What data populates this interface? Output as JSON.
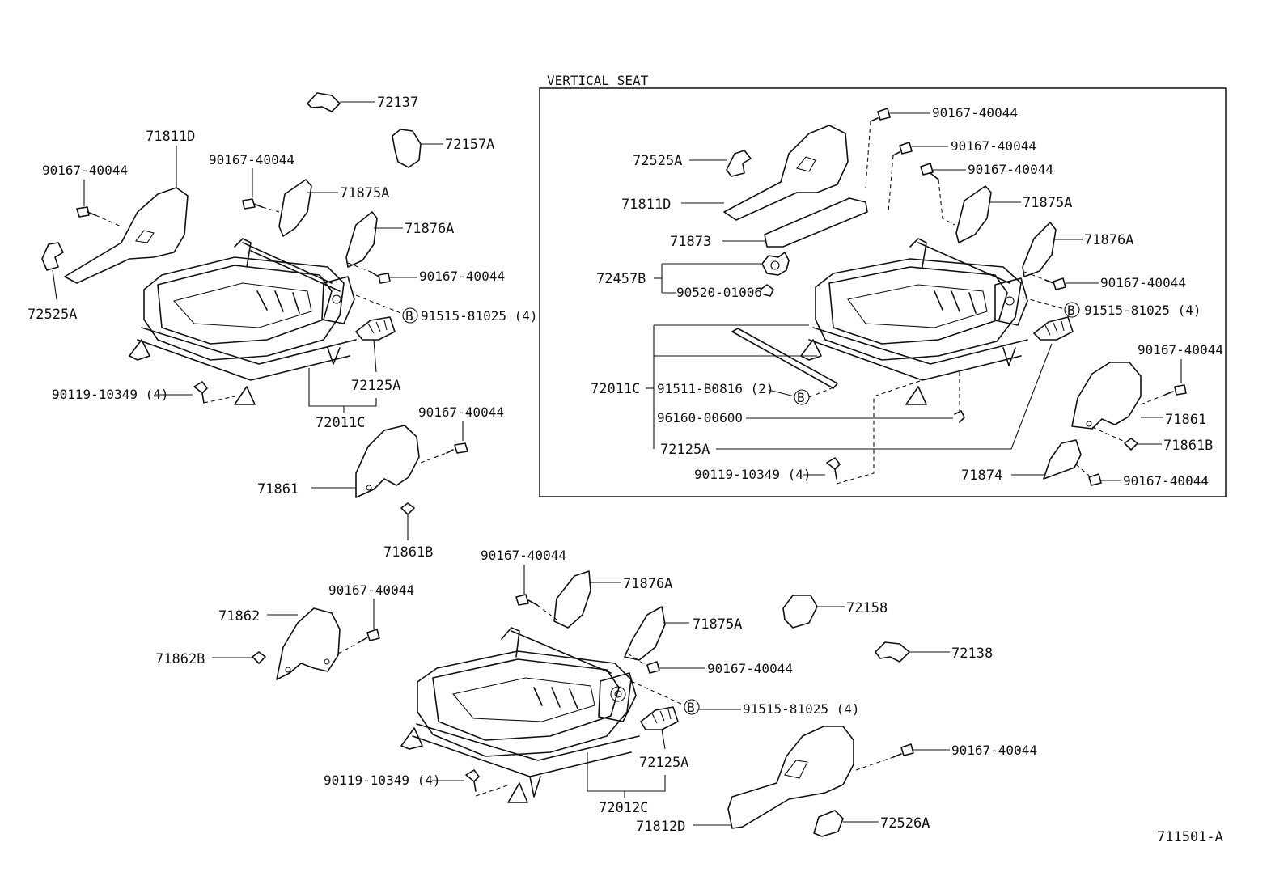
{
  "inset": {
    "title": "VERTICAL SEAT"
  },
  "figure_id": "711501-A",
  "callout_b": "B",
  "labels": {
    "l72137": "72137",
    "l72157A": "72157A",
    "l71811D_left": "71811D",
    "l90167_a": "90167-40044",
    "l90167_b": "90167-40044",
    "l71875A_left": "71875A",
    "l71876A_left": "71876A",
    "l90167_c": "90167-40044",
    "l91515_left": "91515-81025 (4)",
    "l72525A_left": "72525A",
    "l72125A_left": "72125A",
    "l90119_left": "90119-10349 (4)",
    "l72011C_left": "72011C",
    "l90167_d": "90167-40044",
    "l71861_left": "71861",
    "l71861B_left": "71861B",
    "l90167_v1": "90167-40044",
    "l90167_v2": "90167-40044",
    "l90167_v3": "90167-40044",
    "l72525A_v": "72525A",
    "l71811D_v": "71811D",
    "l71875A_v": "71875A",
    "l71873": "71873",
    "l71876A_v": "71876A",
    "l72457B": "72457B",
    "l90520": "90520-01006",
    "l90167_v4": "90167-40044",
    "l91515_v": "91515-81025 (4)",
    "l90167_v5": "90167-40044",
    "l72011C_v": "72011C",
    "l91511": "91511-B0816 (2)",
    "l96160": "96160-00600",
    "l72125A_v": "72125A",
    "l71861_v": "71861",
    "l71861B_v": "71861B",
    "l90119_v": "90119-10349 (4)",
    "l71874": "71874",
    "l90167_v6": "90167-40044",
    "l90167_e": "90167-40044",
    "l71876A_bot": "71876A",
    "l90167_f": "90167-40044",
    "l72158": "72158",
    "l71862": "71862",
    "l71875A_bot": "71875A",
    "l72138": "72138",
    "l71862B": "71862B",
    "l90167_g": "90167-40044",
    "l91515_bot": "91515-81025 (4)",
    "l72125A_bot": "72125A",
    "l90119_bot": "90119-10349 (4)",
    "l90167_h": "90167-40044",
    "l72012C": "72012C",
    "l71812D": "71812D",
    "l72526A": "72526A"
  }
}
